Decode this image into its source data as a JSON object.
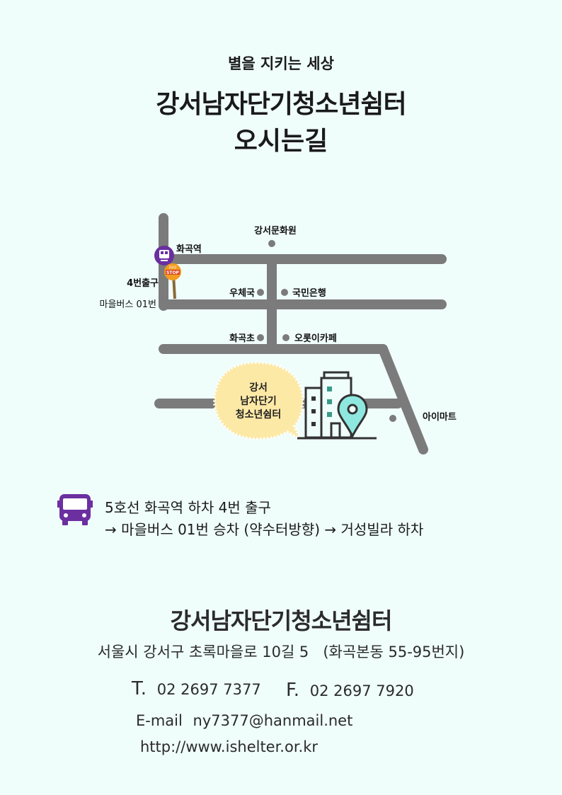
{
  "header": {
    "subtitle": "별을 지키는 세상",
    "title_line1": "강서남자단기청소년쉼터",
    "title_line2": "오시는길"
  },
  "map": {
    "labels": {
      "culture_center": "강서문화원",
      "station": "화곡역",
      "exit4": "4번출구",
      "village_bus": "마을버스 01번",
      "post_office": "우체국",
      "kookmin_bank": "국민은행",
      "school": "화곡초",
      "lotte_cafe": "오롯이카페",
      "imart": "아이마트",
      "stop_sign": "STOP",
      "stop_sign_top": "정류장"
    },
    "bubble": [
      "강서",
      "남자단기",
      "청소년쉼터"
    ],
    "colors": {
      "road": "#7b7b7b",
      "station": "#6b2fa0",
      "stop_sign": "#f39c1f",
      "bubble": "#fde9a6",
      "pin": "#8ee8e0"
    }
  },
  "route": {
    "icon": "bus-icon",
    "line1": "5호선 화곡역 하차 4번 출구",
    "line2": "→ 마을버스 01번 승차 (약수터방향)  →  거성빌라 하차"
  },
  "contact": {
    "org_name": "강서남자단기청소년쉼터",
    "address": "서울시 강서구 초록마을로 10길 5   (화곡본동 55-95번지)",
    "tel_label": "T.",
    "tel": "02 2697 7377",
    "fax_label": "F.",
    "fax": "02 2697 7920",
    "email_label": "E-mail",
    "email": "ny7377@hanmail.net",
    "website": "http://www.ishelter.or.kr"
  }
}
